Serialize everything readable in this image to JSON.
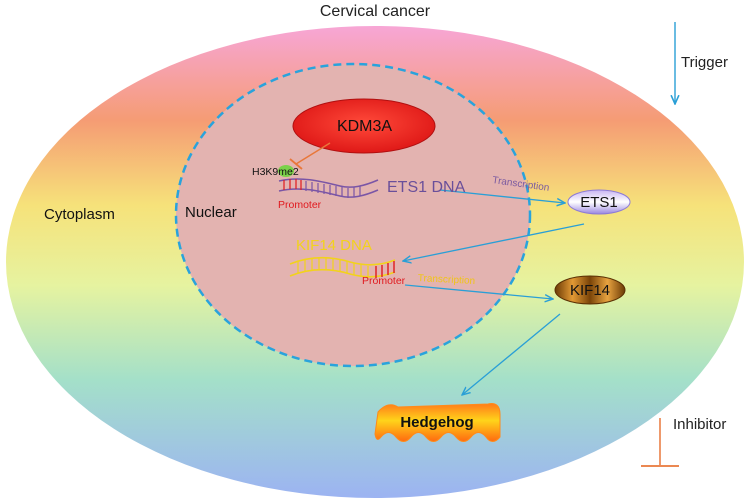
{
  "title": "Cervical cancer",
  "legend": {
    "trigger_label": "Trigger",
    "inhibitor_label": "Inhibitor",
    "trigger_color": "#3aa9dc",
    "inhibitor_color": "#e8773a"
  },
  "compartments": {
    "cytoplasm_label": "Cytoplasm",
    "nucleus_label": "Nuclear"
  },
  "nodes": {
    "kdm3a": "KDM3A",
    "h3k9me2": "H3K9me2",
    "promoter_ets1": "Promoter",
    "ets1_dna": "ETS1 DNA",
    "transcription_ets1": "Transcription",
    "ets1_protein": "ETS1",
    "kif14_dna": "KIF14 DNA",
    "promoter_kif14": "Promoter",
    "transcription_kif14": "Transcription",
    "kif14_protein": "KIF14",
    "hedgehog": "Hedgehog"
  },
  "colors": {
    "nucleus_border": "#29a3dc",
    "kdm3a_fill": "#e8211f",
    "ets1_dna": "#7a55a6",
    "kif14_dna": "#f2d21c",
    "promoter": "#e0191e"
  }
}
